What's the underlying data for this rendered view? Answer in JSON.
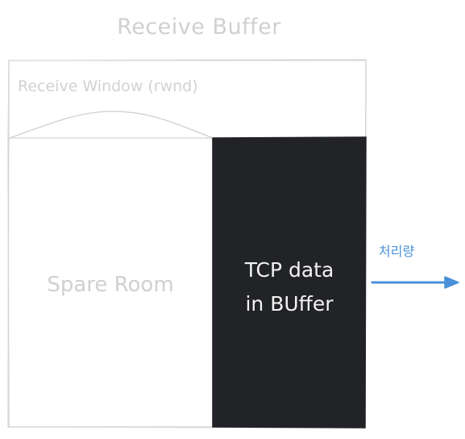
{
  "diagram": {
    "title": "Receive Buffer",
    "receive_window_label": "Receive Window (rwnd)",
    "spare_room_label": "Spare Room",
    "tcp_data_label_line1": "TCP data",
    "tcp_data_label_line2": "in BUffer",
    "throughput_label": "처리량"
  },
  "colors": {
    "outline": "#d4d4d4",
    "filled_block": "#222327",
    "arrow": "#4a90d9",
    "text_light": "#d0d0d0",
    "text_on_dark": "#f2f2f2"
  }
}
